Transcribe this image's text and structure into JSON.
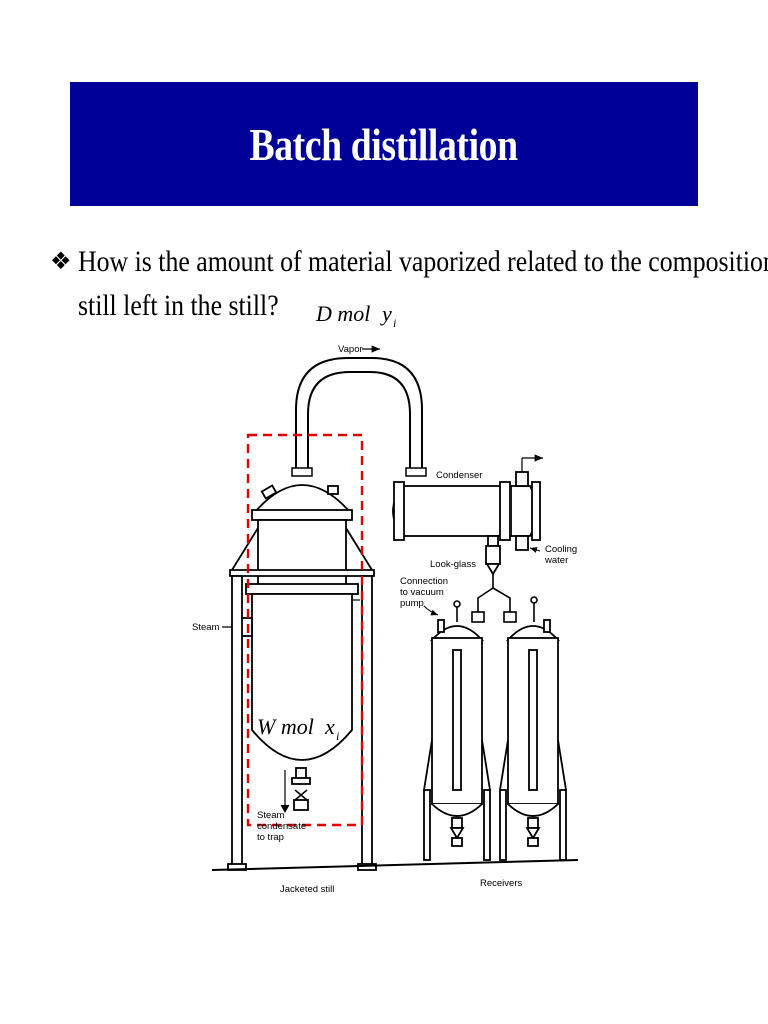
{
  "slide": {
    "title": "Batch distillation",
    "bullet": {
      "icon": "diamond-flower-bullet",
      "line1": "How is the amount of material vaporized related to the composition",
      "line2": "still left in the still?"
    }
  },
  "diagram": {
    "top_label": {
      "main": "D mol",
      "var": "y",
      "sub": "i"
    },
    "still_label": {
      "main": "W mol",
      "var": "x",
      "sub": "i"
    },
    "labels": {
      "vapor": "Vapor",
      "condenser": "Condenser",
      "cooling_1": "Cooling",
      "cooling_2": "water",
      "look_glass": "Look-glass",
      "connection_1": "Connection",
      "connection_2": "to vacuum",
      "connection_3": "pump",
      "steam": "Steam",
      "steam_cond_1": "Steam",
      "steam_cond_2": "condensate",
      "steam_cond_3": "to trap",
      "jacketed_still": "Jacketed still",
      "receivers": "Receivers"
    },
    "colors": {
      "title_band": "#000099",
      "boundary": "#e00000"
    }
  }
}
